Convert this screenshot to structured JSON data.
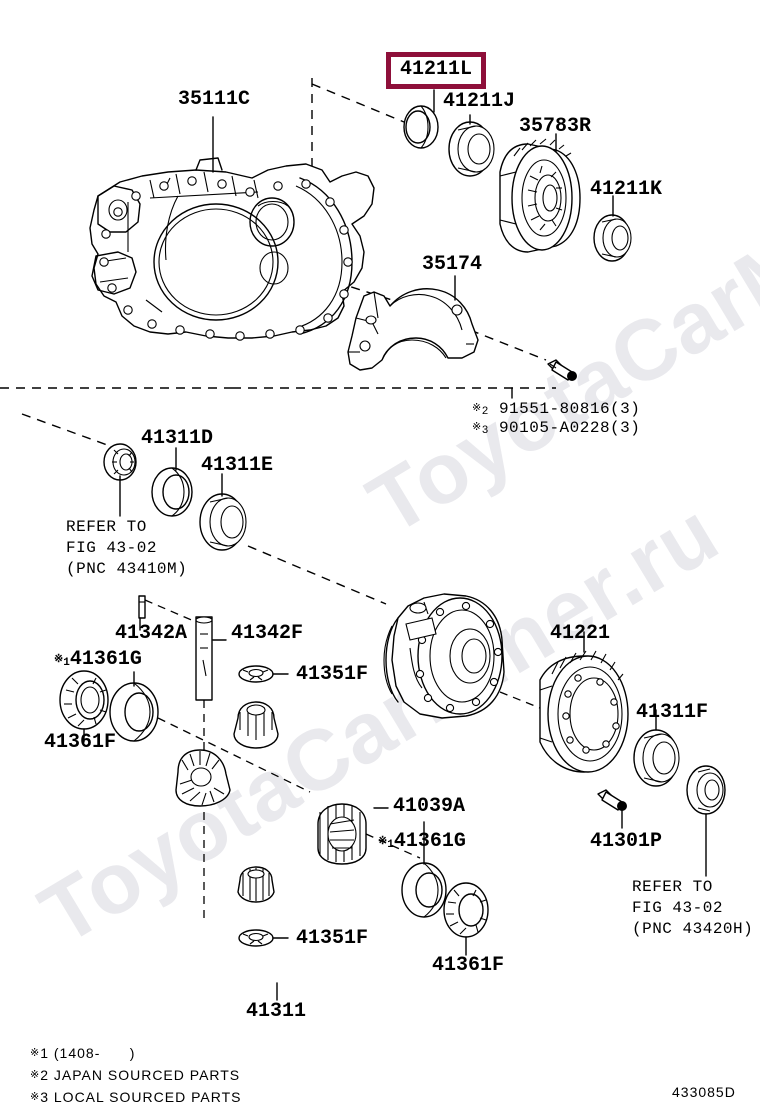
{
  "diagram": {
    "code": "433085D",
    "watermark": "ToyotaCarMiner.ru",
    "highlighted_part": "41211L"
  },
  "parts": {
    "p35111C": "35111C",
    "p41211L": "41211L",
    "p41211J": "41211J",
    "p35783R": "35783R",
    "p41211K": "41211K",
    "p35174": "35174",
    "p41311D": "41311D",
    "p41311E": "41311E",
    "p41342A": "41342A",
    "p41342F": "41342F",
    "p41361G_1": "41361G",
    "p41361F_1": "41361F",
    "p41351F_1": "41351F",
    "p41039A": "41039A",
    "p41361G_2": "41361G",
    "p41361F_2": "41361F",
    "p41351F_2": "41351F",
    "p41311": "41311",
    "p41221": "41221",
    "p41311F": "41311F",
    "p41301P": "41301P"
  },
  "notes": {
    "bolt_note_2": "91551-80816(3)",
    "bolt_note_3": "90105-A0228(3)",
    "mark2": "2",
    "mark3": "3",
    "mark1": "1"
  },
  "refs": {
    "left": "REFER TO\nFIG 43-02\n(PNC 43410M)",
    "right": "REFER TO\nFIG 43-02\n(PNC 43420H)"
  },
  "footnotes": {
    "n1": "1 (1408-      )",
    "n2": "2 JAPAN SOURCED PARTS",
    "n3": "3 LOCAL SOURCED PARTS"
  },
  "colors": {
    "highlight": "#8e0f3a",
    "line": "#000000",
    "watermark": "#e9e9ed"
  }
}
